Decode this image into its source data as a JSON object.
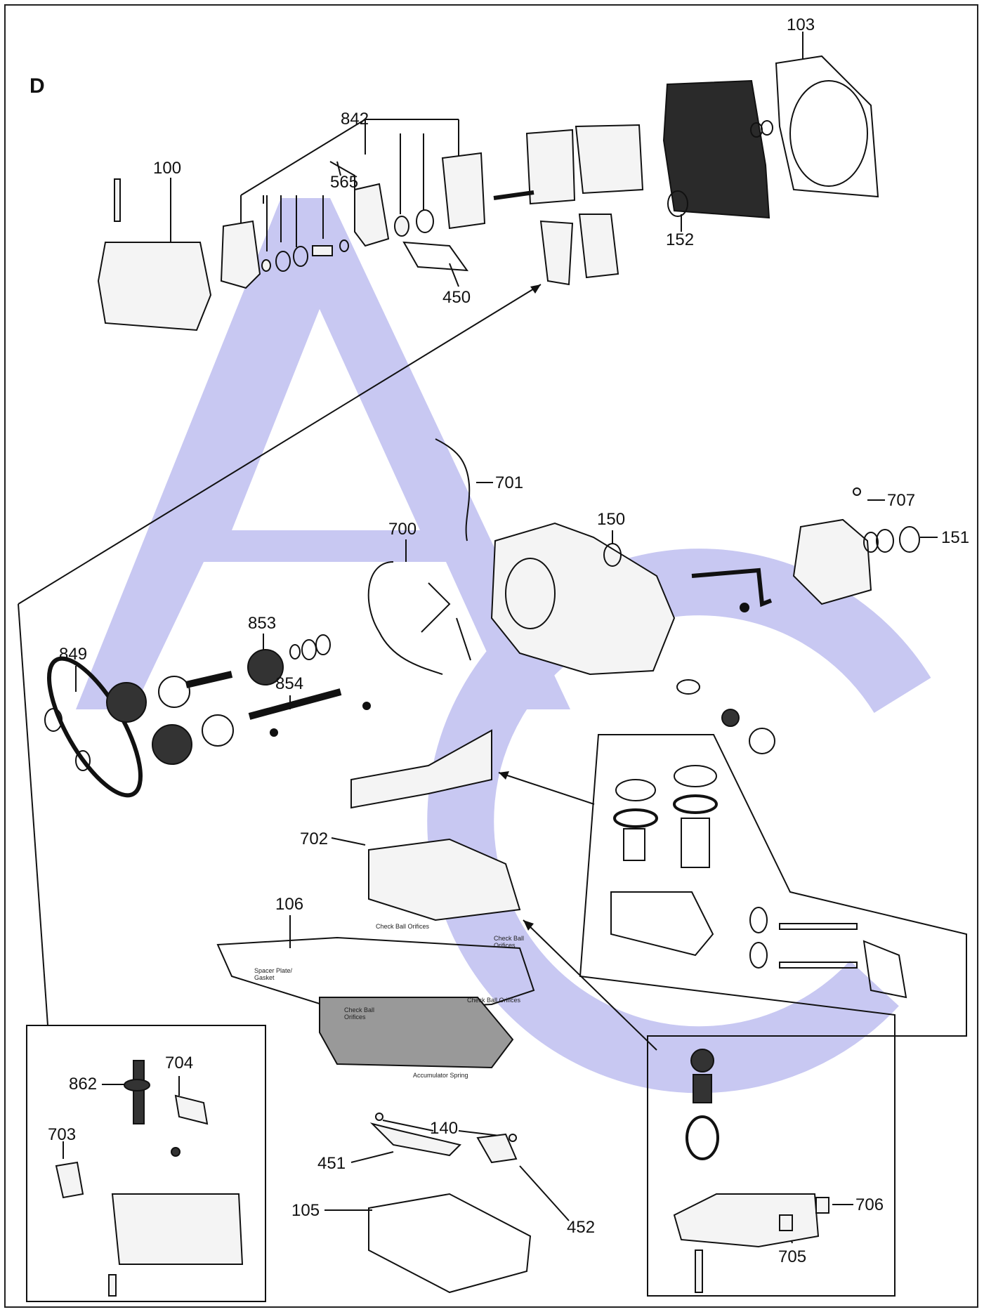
{
  "diagram": {
    "section_letter": "D",
    "watermark_color": "#c8c8f2",
    "line_color": "#111111",
    "callouts": {
      "c103": "103",
      "c842": "842",
      "c100": "100",
      "c565": "565",
      "c152": "152",
      "c450": "450",
      "c701": "701",
      "c707": "707",
      "c700": "700",
      "c150": "150",
      "c151": "151",
      "c853": "853",
      "c849": "849",
      "c854": "854",
      "c702": "702",
      "c106": "106",
      "c704": "704",
      "c862": "862",
      "c703": "703",
      "c140": "140",
      "c451": "451",
      "c105": "105",
      "c452": "452",
      "c706": "706",
      "c705": "705"
    },
    "annotations": {
      "check_ball_orifices_1": "Check Ball Orifices",
      "check_ball_orifices_2": "Check Ball",
      "check_ball_orifices_2b": "Orifices",
      "spacer_plate": "Spacer Plate/",
      "spacer_plate_b": "Gasket",
      "check_ball_orifices_3": "Check Ball Orifices",
      "check_ball_orifices_4": "Check Ball",
      "check_ball_orifices_4b": "Orifices",
      "accumulator_spring": "Accumulator Spring"
    }
  }
}
